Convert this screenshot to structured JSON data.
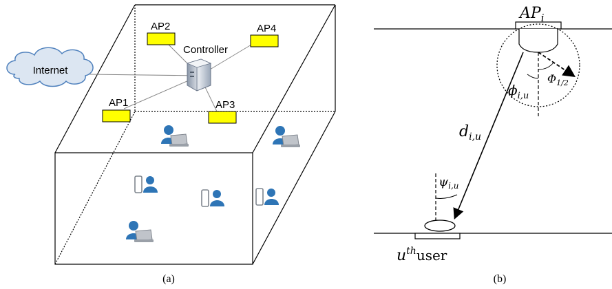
{
  "panel_a": {
    "cloud_label": "Internet",
    "controller_label": "Controller",
    "access_points": [
      "AP1",
      "AP2",
      "AP3",
      "AP4"
    ],
    "caption": "(a)",
    "colors": {
      "ap_fill": "#ffff00",
      "cloud_fill": "#dce6f2",
      "cloud_stroke": "#4f81bd",
      "user_blue": "#2e75b6"
    }
  },
  "panel_b": {
    "ap_label_main": "AP",
    "ap_label_sub": "i",
    "distance_main": "d",
    "distance_sub": "i,u",
    "irradiance_main": "ϕ",
    "irradiance_sub": "i,u",
    "half_angle_main": "Φ",
    "half_angle_sub": "1/2",
    "incidence_main": "ψ",
    "incidence_sub": "i,u",
    "user_main": "u",
    "user_sup": "th",
    "user_rest": "user",
    "caption": "(b)"
  }
}
